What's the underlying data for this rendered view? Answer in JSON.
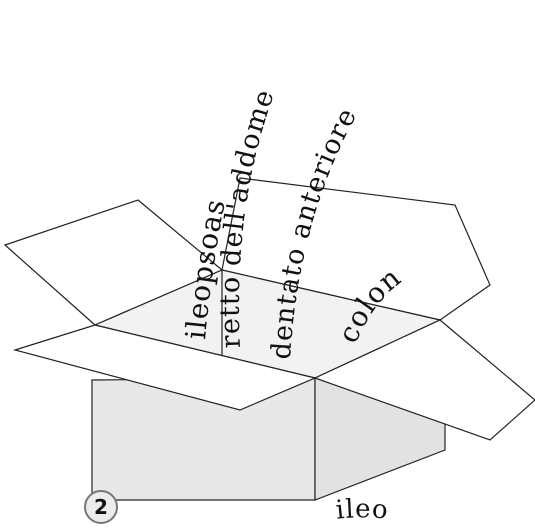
{
  "badge": {
    "number": "2"
  },
  "words": {
    "w1": "ileopsoas",
    "w2": "retto dell'addome",
    "w3": "dentato anteriore",
    "w4": "colon",
    "w5": "ileo"
  },
  "colors": {
    "outline": "#222222",
    "box_front": "#e8e8e8",
    "box_side": "#e2e2e2",
    "box_inside": "#f2f2f2",
    "flap": "#ffffff",
    "badge_fill": "#ececec"
  }
}
